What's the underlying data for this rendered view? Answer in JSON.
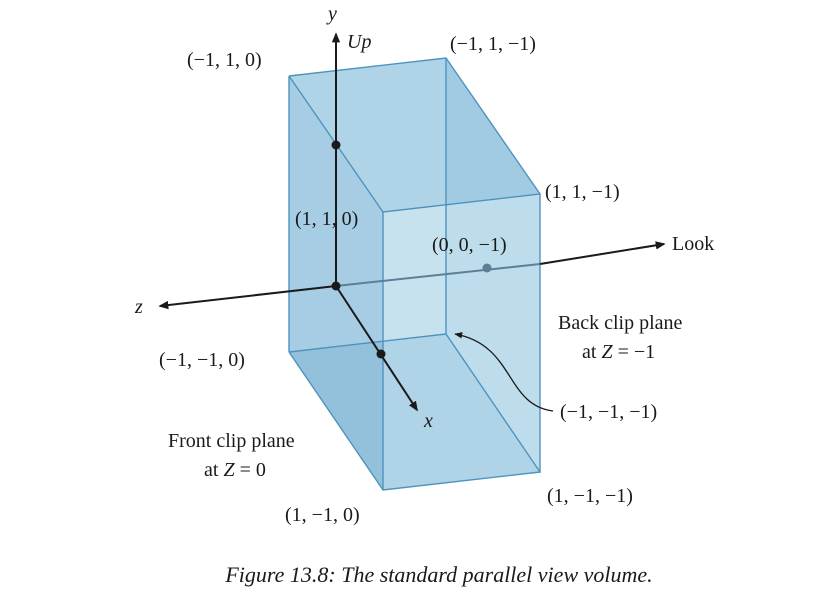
{
  "figure": {
    "caption": "Figure 13.8: The standard parallel view volume.",
    "colors": {
      "face_left": "#7fb5d3",
      "face_top": "#a8cee3",
      "face_bottom": "#93c1db",
      "face_back": "#b3d6e8",
      "face_right": "#9fcae1",
      "face_front": "#c9e3f0",
      "edge": "#4f93bd",
      "axis": "#1a1a1a",
      "hidden_axis": "#5c7f95"
    },
    "axes": {
      "y": "y",
      "up": "Up",
      "z": "z",
      "x": "x",
      "look": "Look"
    },
    "vertices": {
      "v_m1_1_0": "(−1, 1, 0)",
      "v_m1_1_m1": "(−1, 1, −1)",
      "v_1_1_0": "(1, 1, 0)",
      "v_1_1_m1": "(1, 1, −1)",
      "v_0_0_m1": "(0, 0, −1)",
      "v_m1_m1_0": "(−1, −1, 0)",
      "v_m1_m1_m1": "(−1, −1, −1)",
      "v_1_m1_0": "(1, −1, 0)",
      "v_1_m1_m1": "(1, −1, −1)"
    },
    "back_clip": {
      "line1": "Back clip plane",
      "line2_prefix": "at ",
      "line2_var": "Z",
      "line2_suffix": " = −1"
    },
    "front_clip": {
      "line1": "Front clip plane",
      "line2_prefix": "at ",
      "line2_var": "Z",
      "line2_suffix": " = 0"
    }
  }
}
